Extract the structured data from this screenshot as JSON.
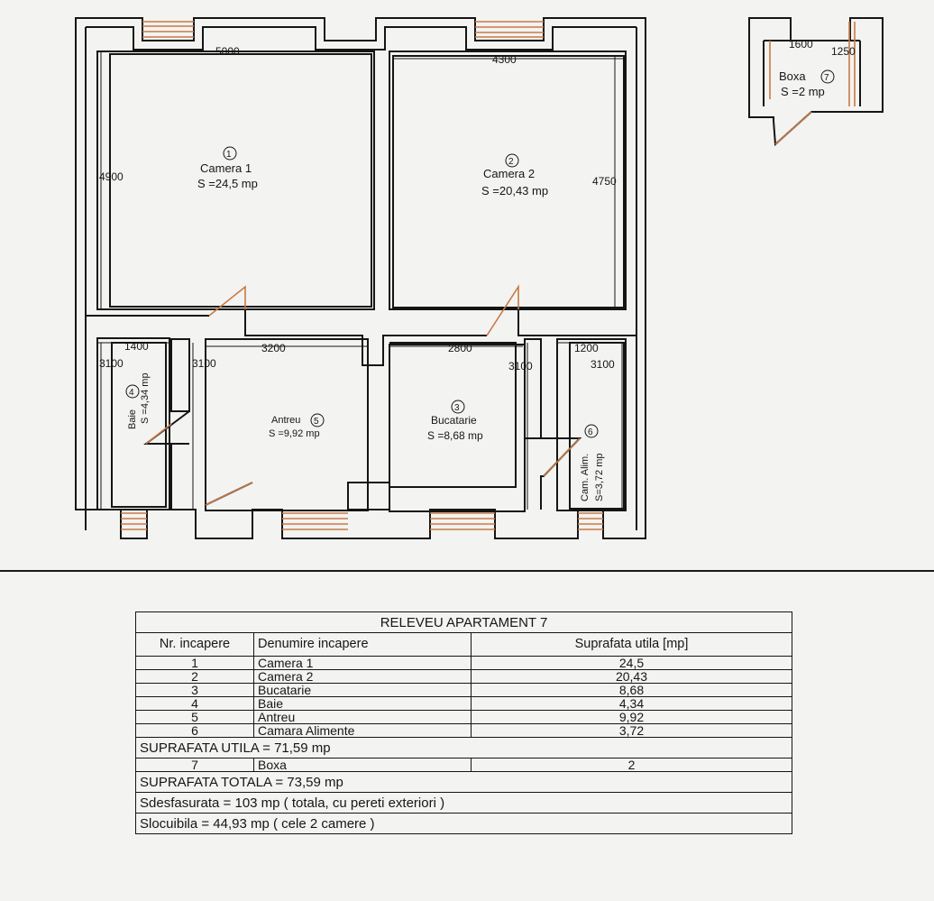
{
  "plan": {
    "rooms": [
      {
        "no": "1",
        "name": "Camera 1",
        "area": "S =24,5 mp"
      },
      {
        "no": "2",
        "name": "Camera 2",
        "area": "S =20,43 mp"
      },
      {
        "no": "3",
        "name": "Bucatarie",
        "area": "S =8,68 mp"
      },
      {
        "no": "4",
        "name": "Baie",
        "area": "S =4,34 mp"
      },
      {
        "no": "5",
        "name": "Antreu",
        "area": "S =9,92 mp"
      },
      {
        "no": "6",
        "name": "Cam. Alim.",
        "area": "S=3,72 mp"
      },
      {
        "no": "7",
        "name": "Boxa",
        "area": "S =2 mp"
      }
    ],
    "dimensions": {
      "camera1_width": "5000",
      "camera1_height": "4900",
      "camera2_width": "4300",
      "camera2_height": "4750",
      "baie_width": "1400",
      "baie_height": "3100",
      "antreu_width": "3200",
      "antreu_height": "3100",
      "bucatarie_width": "2800",
      "bucatarie_height": "3100",
      "camara_width": "1200",
      "camara_height": "3100",
      "boxa_width": "1600",
      "boxa_height": "1250"
    },
    "colors": {
      "walls": "#151515",
      "windows": "#c87a45"
    }
  },
  "table": {
    "title": "RELEVEU APARTAMENT 7",
    "headers": [
      "Nr. incapere",
      "Denumire incapere",
      "Suprafata utila [mp]"
    ],
    "rows": [
      [
        "1",
        "Camera 1",
        "24,5"
      ],
      [
        "2",
        "Camera 2",
        "20,43"
      ],
      [
        "3",
        "Bucatarie",
        "8,68"
      ],
      [
        "4",
        "Baie",
        "4,34"
      ],
      [
        "5",
        "Antreu",
        "9,92"
      ],
      [
        "6",
        "Camara Alimente",
        "3,72"
      ]
    ],
    "suprafata_utila": "SUPRAFATA UTILA = 71,59 mp",
    "boxa_row": [
      "7",
      "Boxa",
      "2"
    ],
    "suprafata_totala": "SUPRAFATA TOTALA = 73,59 mp",
    "sdesfasurata": "Sdesfasurata = 103 mp ( totala, cu pereti exteriori )",
    "slocuibila": "Slocuibila = 44,93 mp ( cele 2 camere )"
  }
}
